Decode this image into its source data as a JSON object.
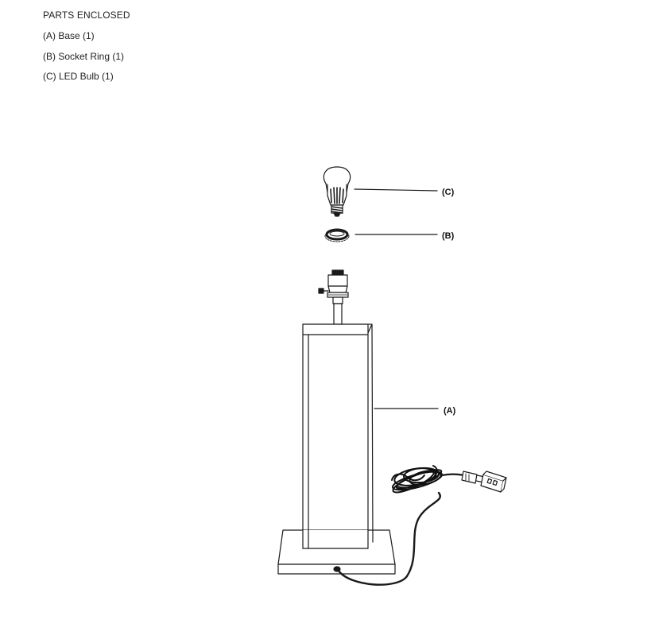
{
  "parts": {
    "heading": "PARTS ENCLOSED",
    "items": [
      {
        "label": "(A) Base (1)"
      },
      {
        "label": "(B) Socket Ring (1)"
      },
      {
        "label": "(C) LED Bulb (1)"
      }
    ]
  },
  "diagram": {
    "callouts": {
      "bulb": "(C)",
      "ring": "(B)",
      "base": "(A)"
    }
  },
  "colors": {
    "line": "#1a1a1a",
    "text": "#222222"
  }
}
